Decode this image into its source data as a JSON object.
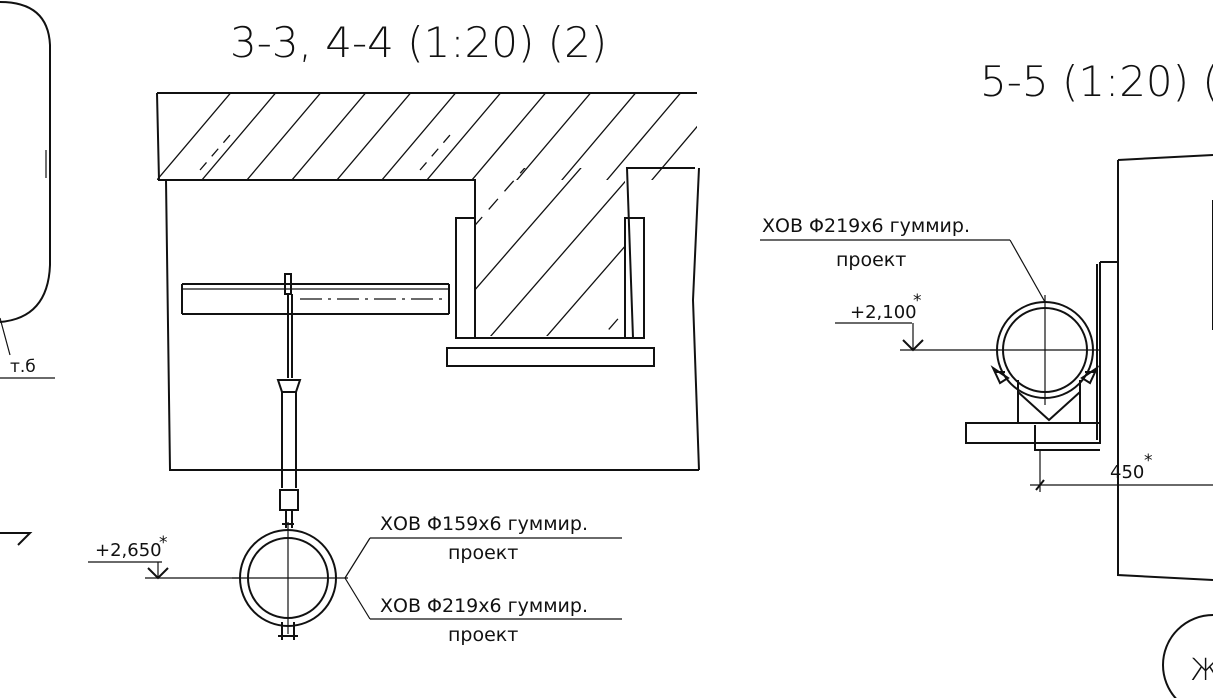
{
  "drawing": {
    "left_partial": {
      "label": "т.б"
    },
    "section_3_4": {
      "title": "3-3, 4-4 (1:20) (2)",
      "elevation": "+2,650",
      "elevation_mark": "*",
      "callout_1": {
        "pipe": "ХОВ Φ159х6 гуммир.",
        "status": "проект"
      },
      "callout_2": {
        "pipe": "ХОВ Φ219х6 гуммир.",
        "status": "проект"
      }
    },
    "section_5_5": {
      "title": "5-5 (1:20) (",
      "elevation": "+2,100",
      "elevation_mark": "*",
      "callout": {
        "pipe": "ХОВ Φ219х6 гуммир.",
        "status": "проект"
      },
      "dimension": "450",
      "dimension_mark": "*",
      "axis_letter": "Ж"
    }
  },
  "colors": {
    "ink": "#111111",
    "paper": "#ffffff"
  }
}
